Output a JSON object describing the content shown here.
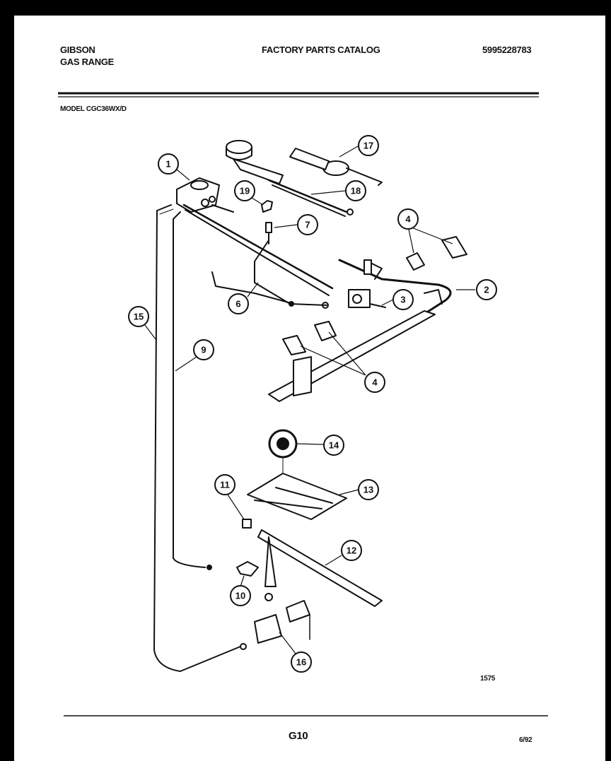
{
  "header": {
    "brand": "GIBSON",
    "product": "GAS RANGE",
    "catalog_title": "FACTORY PARTS CATALOG",
    "catalog_number": "5995228783",
    "model": "MODEL CGC36WX/D"
  },
  "diagram": {
    "drawing_number": "1575",
    "callouts": [
      "1",
      "2",
      "3",
      "4",
      "4",
      "6",
      "7",
      "9",
      "10",
      "11",
      "12",
      "13",
      "14",
      "15",
      "16",
      "17",
      "18",
      "19"
    ]
  },
  "footer": {
    "page_code": "G10",
    "date_code": "6/92"
  }
}
